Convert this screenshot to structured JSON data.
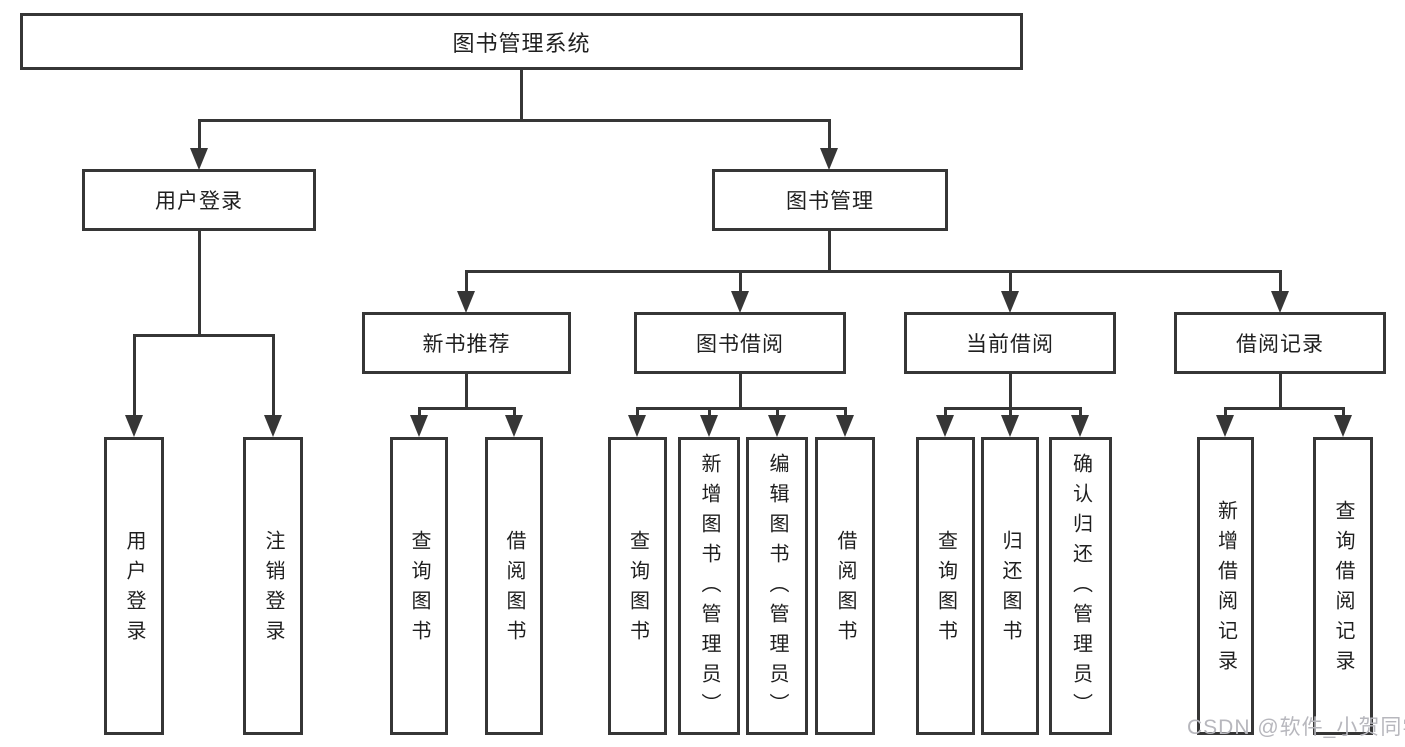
{
  "diagram": {
    "root": {
      "label": "图书管理系统"
    },
    "branches": [
      {
        "label": "用户登录",
        "children": [
          {
            "label": "用户登录"
          },
          {
            "label": "注销登录"
          }
        ]
      },
      {
        "label": "图书管理",
        "children": [
          {
            "label": "新书推荐",
            "children": [
              {
                "label": "查询图书"
              },
              {
                "label": "借阅图书"
              }
            ]
          },
          {
            "label": "图书借阅",
            "children": [
              {
                "label": "查询图书"
              },
              {
                "label": "新增图书（管理员）"
              },
              {
                "label": "编辑图书（管理员）"
              },
              {
                "label": "借阅图书"
              }
            ]
          },
          {
            "label": "当前借阅",
            "children": [
              {
                "label": "查询图书"
              },
              {
                "label": "归还图书"
              },
              {
                "label": "确认归还（管理员）"
              }
            ]
          },
          {
            "label": "借阅记录",
            "children": [
              {
                "label": "新增借阅记录"
              },
              {
                "label": "查询借阅记录"
              }
            ]
          }
        ]
      }
    ]
  },
  "watermark": "CSDN @软件_小贺同学",
  "colors": {
    "line": "#363636",
    "box_border": "#363636",
    "text": "#1f1f1f",
    "watermark": "#b7b7bd",
    "background": "#ffffff"
  }
}
